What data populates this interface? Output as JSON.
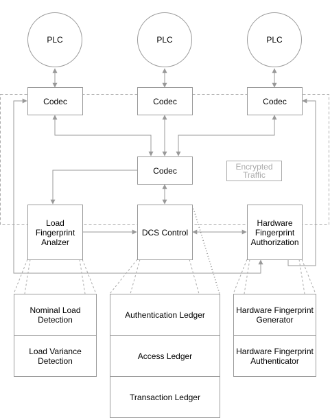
{
  "nodes": {
    "plc_left": "PLC",
    "plc_mid": "PLC",
    "plc_right": "PLC",
    "codec_left": "Codec",
    "codec_mid": "Codec",
    "codec_right": "Codec",
    "codec_center": "Codec",
    "load_fp": "Load Fingerprint Analzer",
    "dcs": "DCS Control",
    "hw_fp": "Hardware Fingerprint Authorization",
    "encrypted": "Encrypted Traffic"
  },
  "tables": {
    "load": [
      "Nominal Load Detection",
      "Load Variance Detection"
    ],
    "ledgers": [
      "Authentication Ledger",
      "Access Ledger",
      "Transaction Ledger"
    ],
    "hardware": [
      "Hardware Fingerprint Generator",
      "Hardware Fingerprint Authenticator"
    ]
  },
  "colors": {
    "line": "#999999",
    "border": "#9a9a9a",
    "muted": "#aaaaaa"
  }
}
